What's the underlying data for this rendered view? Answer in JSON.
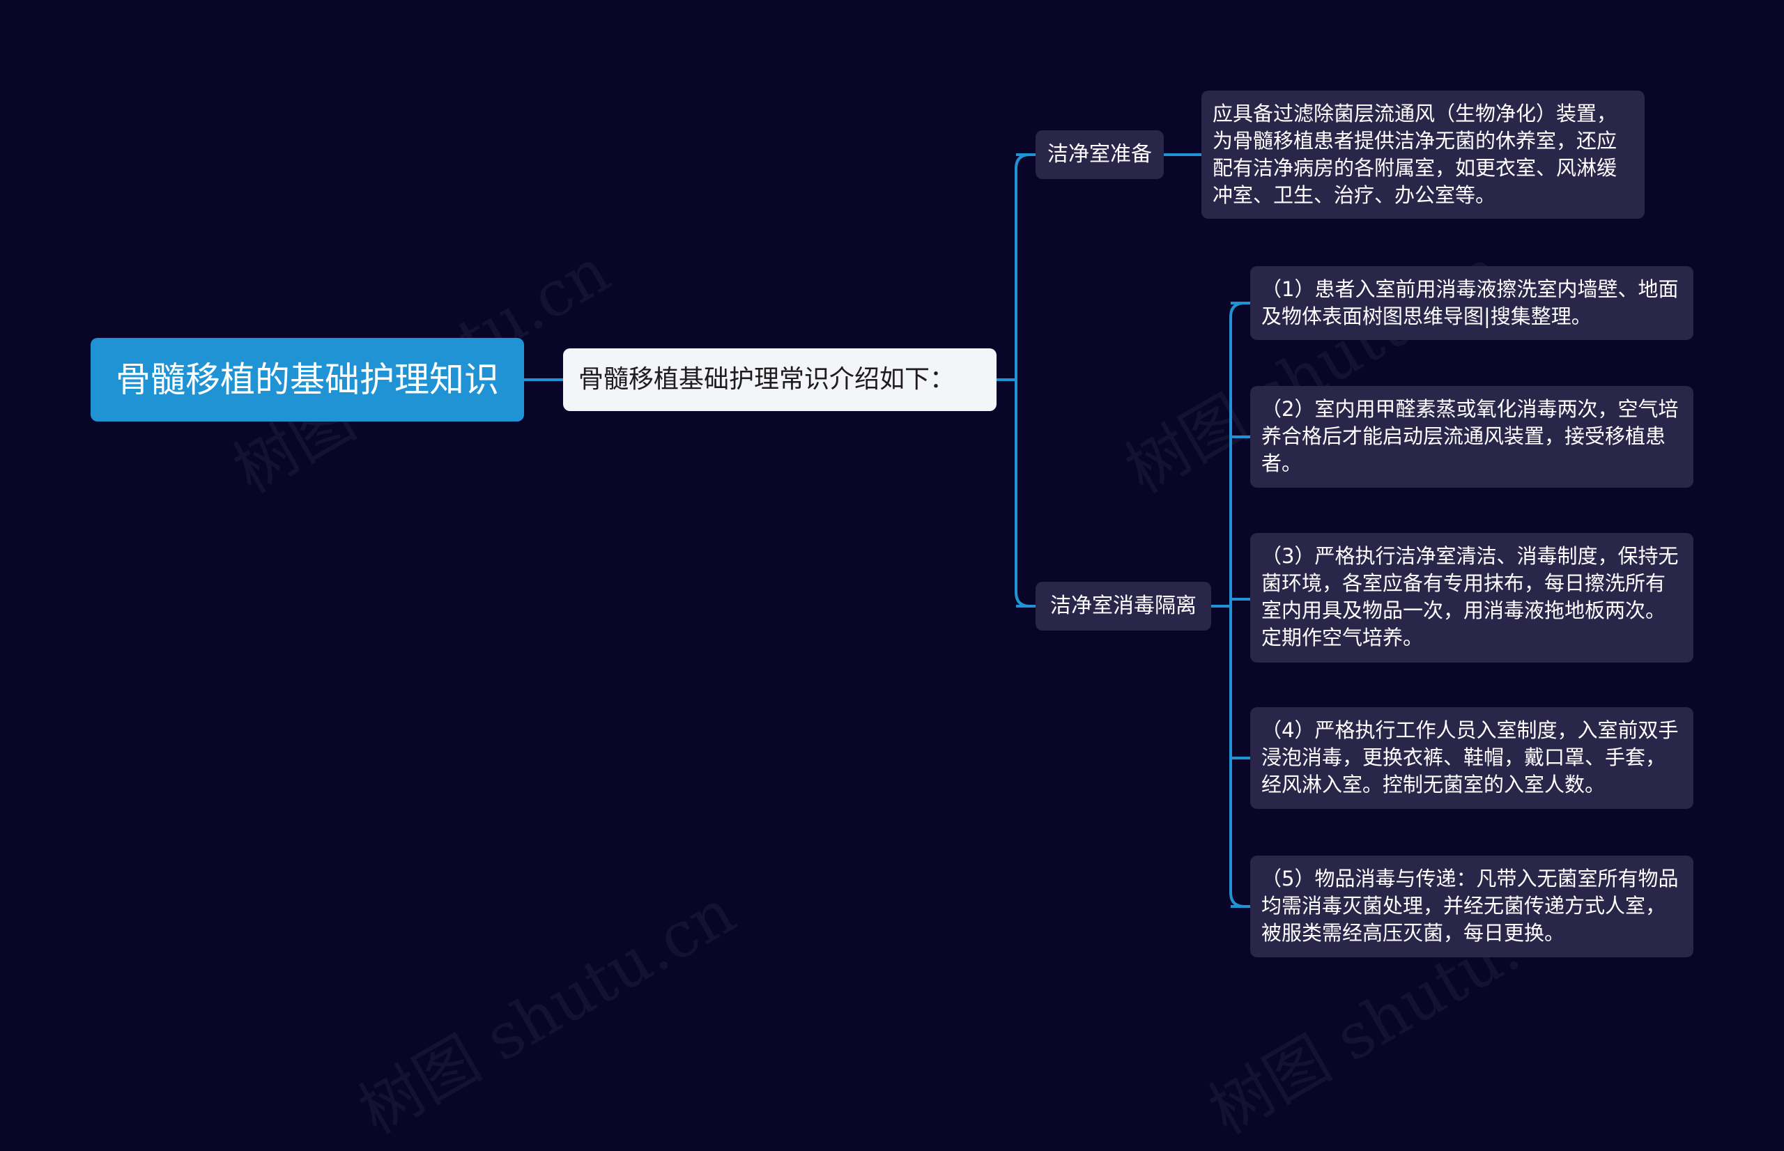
{
  "watermark": "树图 shutu.cn",
  "colors": {
    "background": "#080528",
    "root": "#1f93d3",
    "connector": "#1f93d3",
    "level1": "#f4f5f9",
    "node": "#29264a"
  },
  "root": {
    "label": "骨髓移植的基础护理知识"
  },
  "level1": {
    "label": "骨髓移植基础护理常识介绍如下："
  },
  "branches": [
    {
      "label": "洁净室准备",
      "items": [
        {
          "text": "应具备过滤除菌层流通风（生物净化）装置，为骨髓移植患者提供洁净无菌的休养室，还应配有洁净病房的各附属室，如更衣室、风淋缓冲室、卫生、治疗、办公室等。"
        }
      ]
    },
    {
      "label": "洁净室消毒隔离",
      "items": [
        {
          "text": "（1）患者入室前用消毒液擦洗室内墙壁、地面及物体表面树图思维导图|搜集整理。"
        },
        {
          "text": "（2）室内用甲醛素蒸或氧化消毒两次，空气培养合格后才能启动层流通风装置，接受移植患者。"
        },
        {
          "text": "（3）严格执行洁净室清洁、消毒制度，保持无菌环境，各室应备有专用抹布，每日擦洗所有室内用具及物品一次，用消毒液拖地板两次。定期作空气培养。"
        },
        {
          "text": "（4）严格执行工作人员入室制度，入室前双手浸泡消毒，更换衣裤、鞋帽，戴口罩、手套，经风淋入室。控制无菌室的入室人数。"
        },
        {
          "text": "（5）物品消毒与传递：凡带入无菌室所有物品均需消毒灭菌处理，并经无菌传递方式人室，被服类需经高压灭菌，每日更换。"
        }
      ]
    }
  ]
}
